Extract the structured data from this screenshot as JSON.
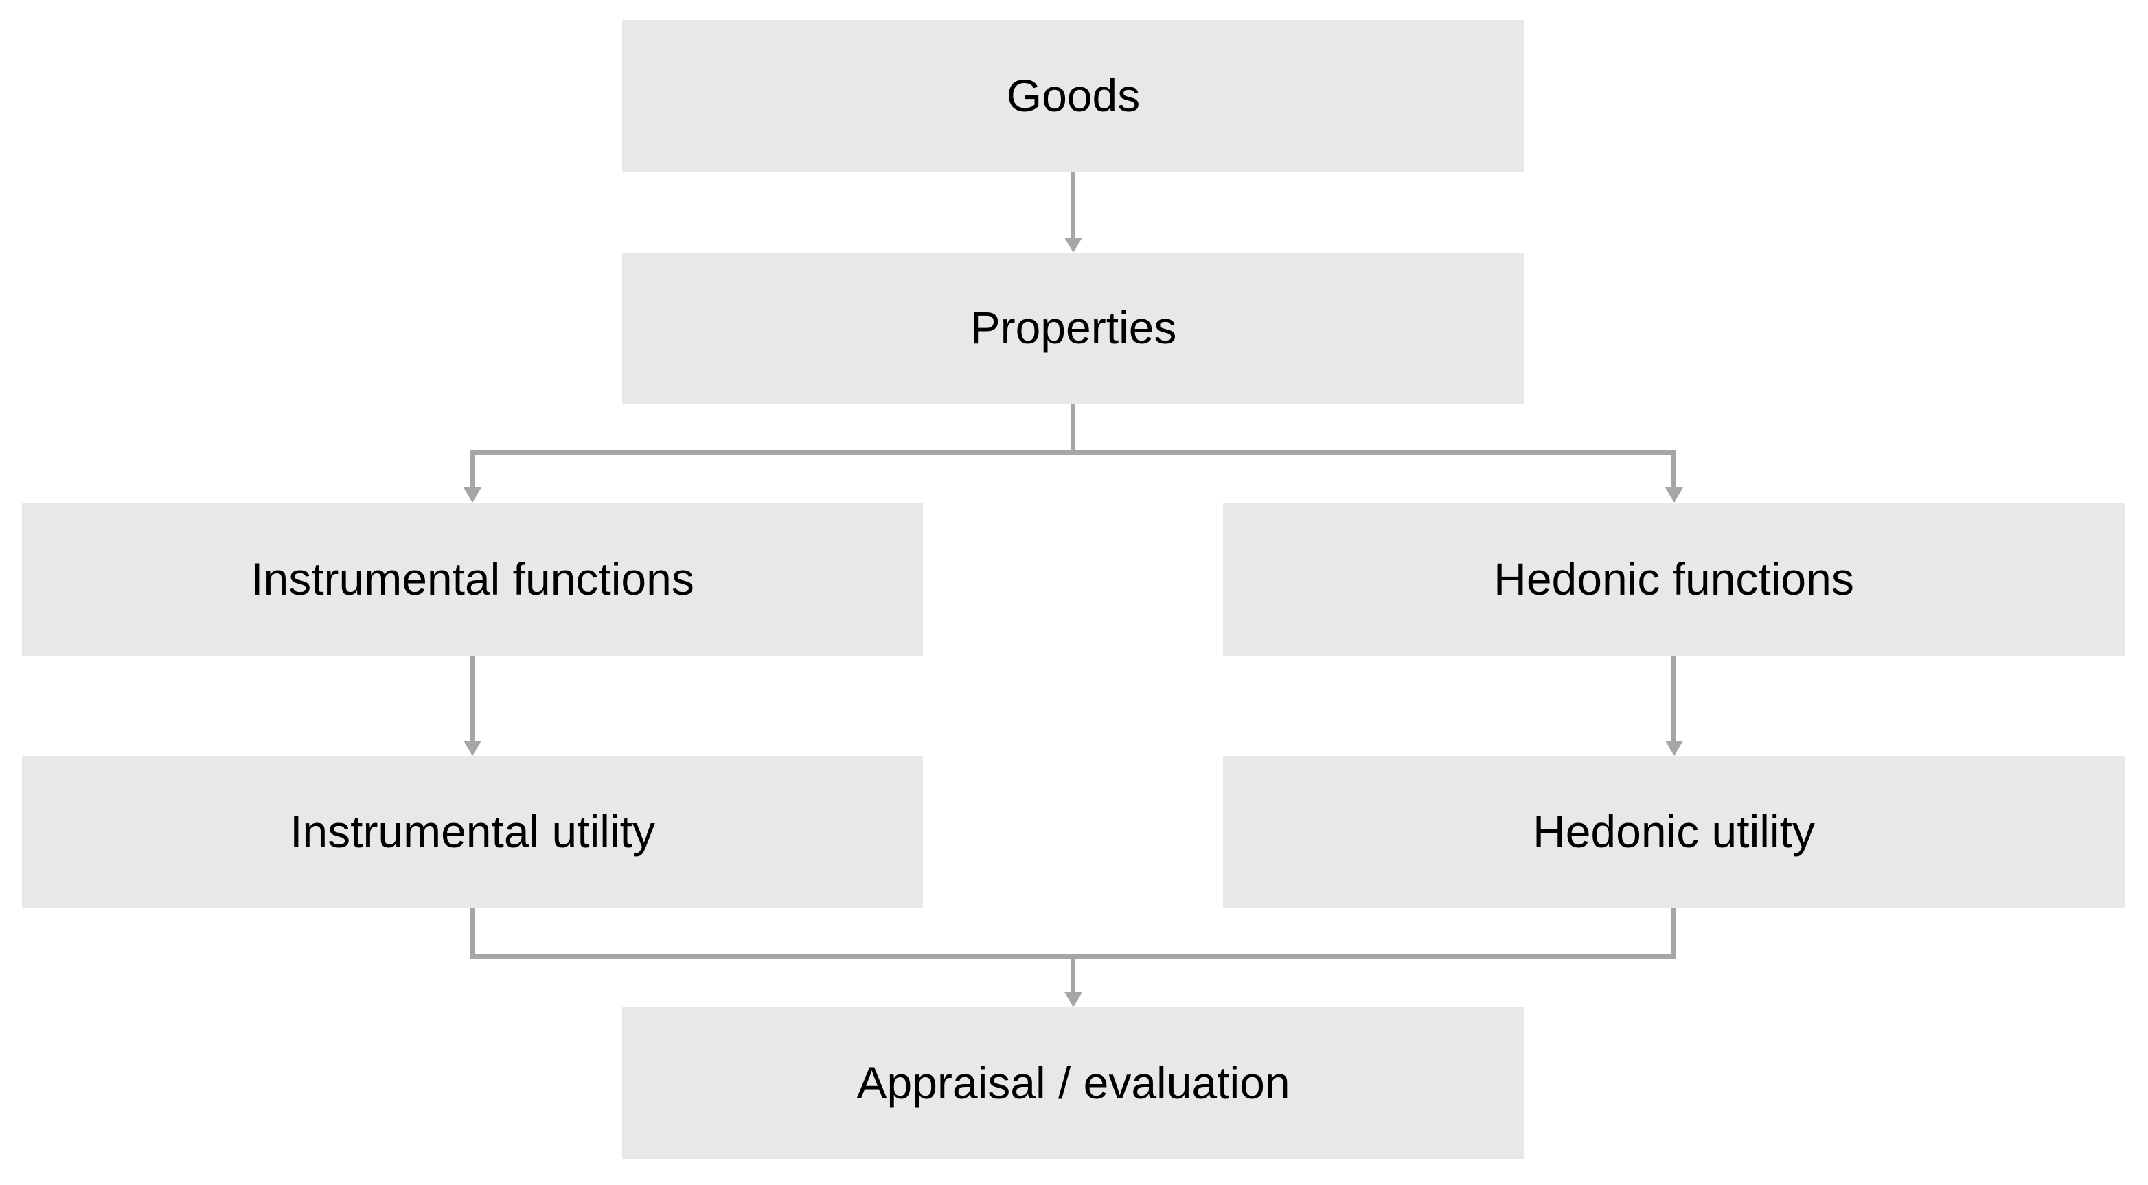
{
  "diagram": {
    "nodes": {
      "goods": {
        "label": "Goods"
      },
      "properties": {
        "label": "Properties"
      },
      "instrumental_functions": {
        "label": "Instrumental functions"
      },
      "hedonic_functions": {
        "label": "Hedonic functions"
      },
      "instrumental_utility": {
        "label": "Instrumental utility"
      },
      "hedonic_utility": {
        "label": "Hedonic utility"
      },
      "appraisal": {
        "label": "Appraisal / evaluation"
      }
    },
    "edges": [
      {
        "from": "Goods",
        "to": "Properties"
      },
      {
        "from": "Properties",
        "to": "Instrumental functions"
      },
      {
        "from": "Properties",
        "to": "Hedonic functions"
      },
      {
        "from": "Instrumental functions",
        "to": "Instrumental utility"
      },
      {
        "from": "Hedonic functions",
        "to": "Hedonic utility"
      },
      {
        "from": "Instrumental utility",
        "to": "Appraisal / evaluation"
      },
      {
        "from": "Hedonic utility",
        "to": "Appraisal / evaluation"
      }
    ]
  },
  "colors": {
    "background": "#ffffff",
    "node_fill": "#e8e8e8",
    "node_text": "#000000",
    "connector": "#a6a6a6"
  }
}
